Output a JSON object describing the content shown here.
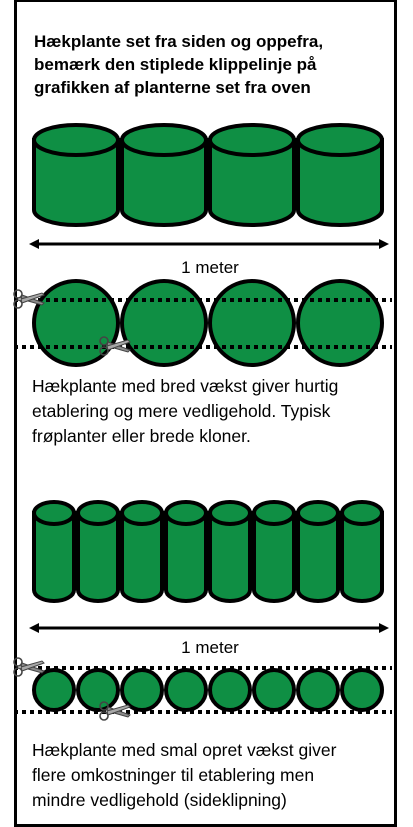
{
  "title_lines": [
    "Hækplante set fra siden og oppefra,",
    "bemærk den stiplede klippelinje på",
    "grafikken af planterne set fra oven"
  ],
  "panels": [
    {
      "plants": 4,
      "length_label": "1 meter",
      "caption_lines": [
        "Hækplante med bred vækst giver hurtig",
        "etablering og mere vedligehold. Typisk",
        "frøplanter eller brede kloner."
      ]
    },
    {
      "plants": 8,
      "length_label": "1 meter",
      "caption_lines": [
        "Hækplante med smal opret vækst giver",
        "flere omkostninger til etablering men",
        "mindre vedligehold (sideklipning)"
      ]
    }
  ],
  "colors": {
    "plant": "#0f8f44",
    "outline": "#000000"
  },
  "icons": [
    "scissors-icon"
  ]
}
